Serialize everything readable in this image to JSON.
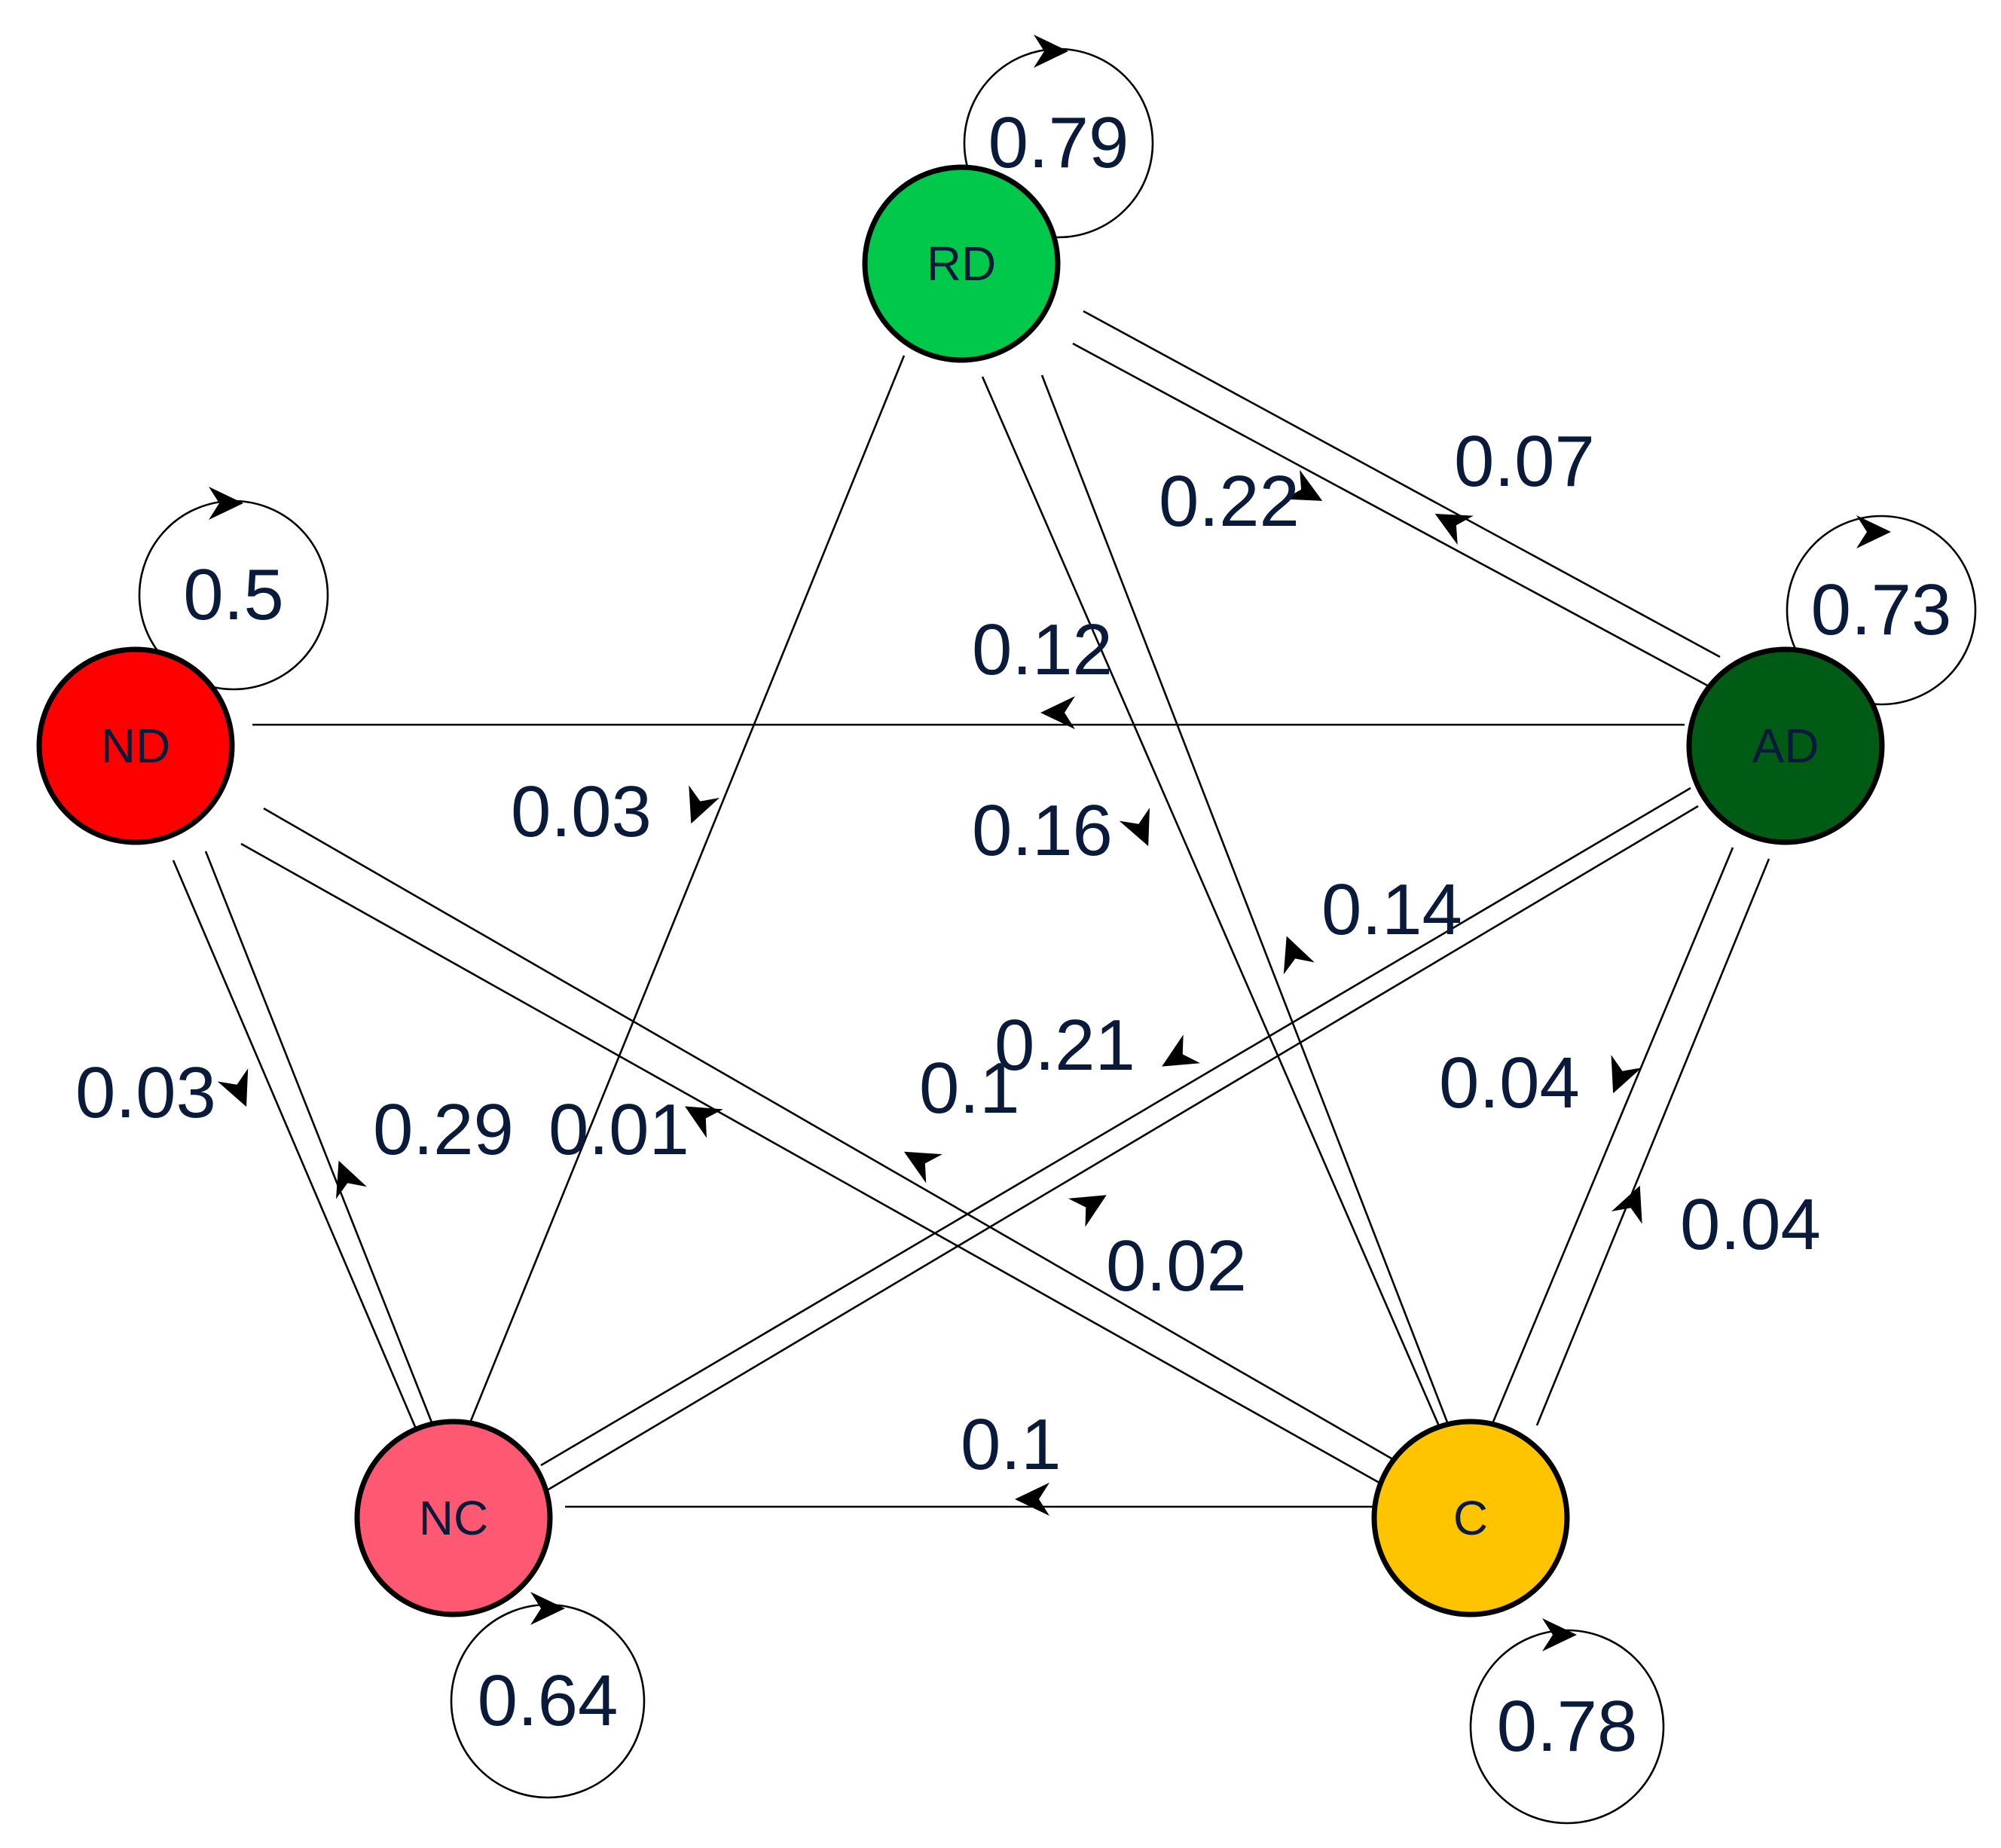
{
  "nodes": [
    {
      "id": "RD",
      "label": "RD",
      "color": "#00c84a"
    },
    {
      "id": "ND",
      "label": "ND",
      "color": "#ff0000"
    },
    {
      "id": "AD",
      "label": "AD",
      "color": "#005c14"
    },
    {
      "id": "NC",
      "label": "NC",
      "color": "#ff5872"
    },
    {
      "id": "C",
      "label": "C",
      "color": "#ffc400"
    }
  ],
  "self_loops": [
    {
      "node": "RD",
      "label": "0.79"
    },
    {
      "node": "ND",
      "label": "0.5"
    },
    {
      "node": "AD",
      "label": "0.73"
    },
    {
      "node": "NC",
      "label": "0.64"
    },
    {
      "node": "C",
      "label": "0.78"
    }
  ],
  "edges": [
    {
      "from": "RD",
      "to": "AD",
      "label": "0.22"
    },
    {
      "from": "AD",
      "to": "RD",
      "label": "0.07"
    },
    {
      "from": "AD",
      "to": "ND",
      "label": "0.12"
    },
    {
      "from": "RD",
      "to": "NC",
      "label": "0.03"
    },
    {
      "from": "RD",
      "to": "C",
      "label": "0.16"
    },
    {
      "from": "C",
      "to": "RD",
      "label": "0.14"
    },
    {
      "from": "AD",
      "to": "NC",
      "label": "0.21"
    },
    {
      "from": "ND",
      "to": "NC",
      "label": "0.03"
    },
    {
      "from": "NC",
      "to": "ND",
      "label": "0.29"
    },
    {
      "from": "C",
      "to": "ND",
      "label": "0.01"
    },
    {
      "from": "C",
      "to": "ND",
      "label": "0.1"
    },
    {
      "from": "NC",
      "to": "AD",
      "label": "0.02"
    },
    {
      "from": "AD",
      "to": "C",
      "label": "0.04"
    },
    {
      "from": "C",
      "to": "AD",
      "label": "0.04"
    },
    {
      "from": "C",
      "to": "NC",
      "label": "0.1"
    }
  ]
}
